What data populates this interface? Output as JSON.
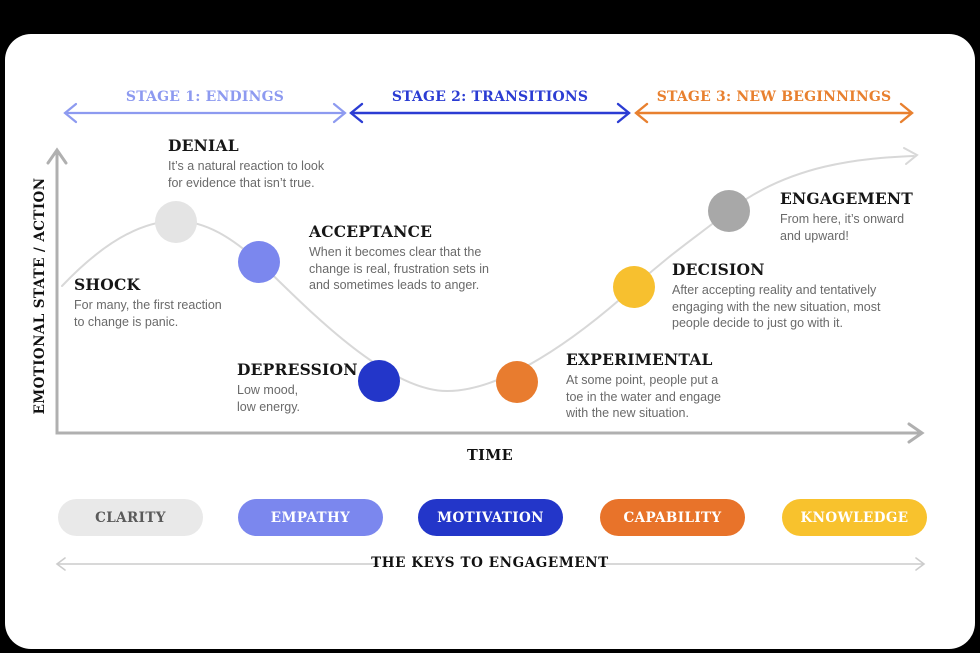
{
  "stages": [
    {
      "label": "STAGE 1: ENDINGS",
      "color": "#8d9af0"
    },
    {
      "label": "STAGE 2: TRANSITIONS",
      "color": "#2b3cd3"
    },
    {
      "label": "STAGE 3: NEW BEGINNINGS",
      "color": "#e8802f"
    }
  ],
  "diagram": {
    "y_axis_label": "EMOTIONAL STATE / ACTION",
    "x_axis_label": "TIME",
    "curve_color": "#d8d8d8",
    "axis_color": "#b0b0b0",
    "points": [
      {
        "name": "SHOCK",
        "desc": "For many, the first reaction\nto change is panic."
      },
      {
        "name": "DENIAL",
        "desc": "It’s a natural reaction to look\nfor evidence that isn’t true.",
        "marker_color": "#e4e4e4"
      },
      {
        "name": "ACCEPTANCE",
        "desc": "When it becomes clear that the\nchange is real, frustration sets in\nand sometimes leads to anger.",
        "marker_color": "#7b87ee"
      },
      {
        "name": "DEPRESSION",
        "desc": "Low mood,\nlow energy.",
        "marker_color": "#2336c9"
      },
      {
        "name": "EXPERIMENTAL",
        "desc": "At some point, people put a\ntoe in the water and engage\nwith the new situation.",
        "marker_color": "#e87c2f"
      },
      {
        "name": "DECISION",
        "desc": "After accepting reality and tentatively\nengaging with the new situation, most\npeople decide to just go with it.",
        "marker_color": "#f7c02f"
      },
      {
        "name": "ENGAGEMENT",
        "desc": "From here, it’s onward\nand upward!",
        "marker_color": "#a8a8a8"
      }
    ]
  },
  "keys": {
    "title": "THE KEYS TO ENGAGEMENT",
    "arrow_color": "#cccccc",
    "items": [
      {
        "label": "CLARITY",
        "bg": "#e9e9e9",
        "fg": "#5a5a5a"
      },
      {
        "label": "EMPATHY",
        "bg": "#7b87ee",
        "fg": "#ffffff"
      },
      {
        "label": "MOTIVATION",
        "bg": "#2336c9",
        "fg": "#ffffff"
      },
      {
        "label": "CAPABILITY",
        "bg": "#e8732a",
        "fg": "#ffffff"
      },
      {
        "label": "KNOWLEDGE",
        "bg": "#f8c22d",
        "fg": "#ffffff"
      }
    ]
  }
}
